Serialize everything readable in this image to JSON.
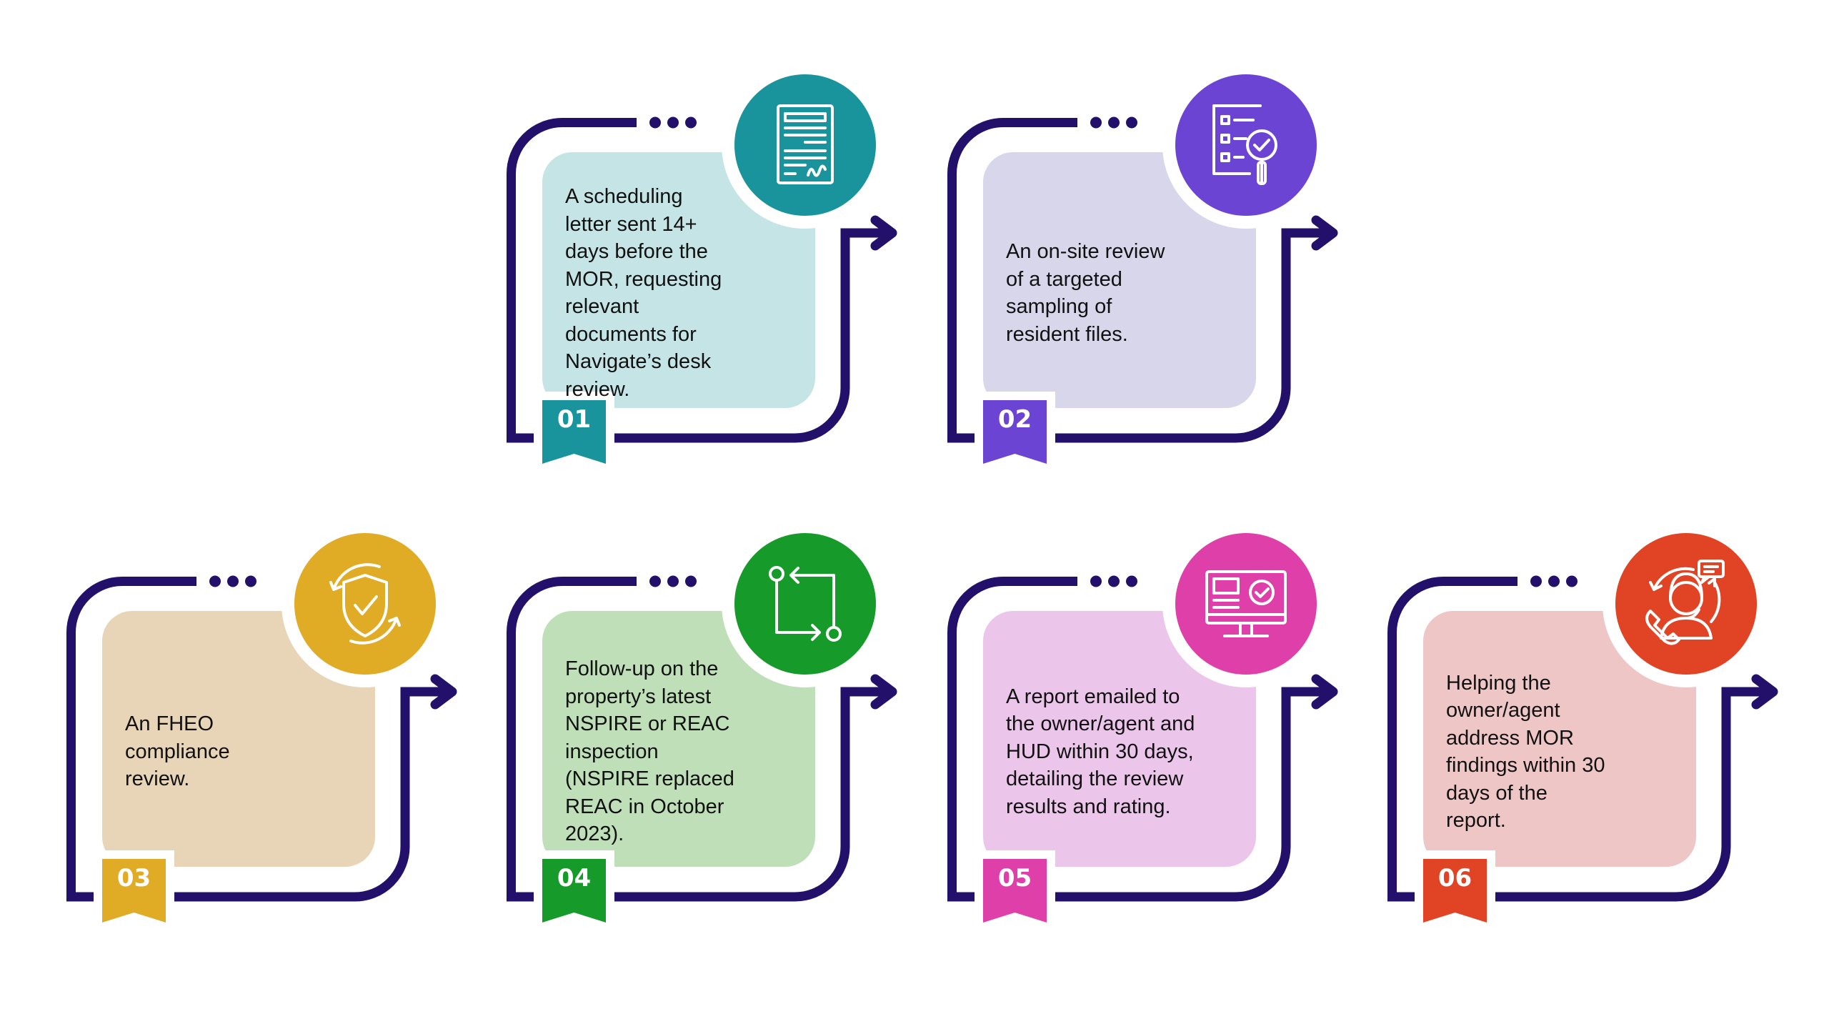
{
  "frame_color": "#22106a",
  "steps": [
    {
      "number": "01",
      "color": "#1a949c",
      "box": "#c5e4e6",
      "icon": "signed-document-icon",
      "lines": [
        "A scheduling",
        "letter sent 14+",
        "days before the",
        "MOR, requesting",
        "relevant",
        "documents for",
        "Navigate’s desk",
        "review."
      ]
    },
    {
      "number": "02",
      "color": "#6c44d4",
      "box": "#d8d6ea",
      "icon": "checklist-magnifier-icon",
      "lines": [
        "An on-site review",
        "of a targeted",
        "sampling of",
        "resident files."
      ]
    },
    {
      "number": "03",
      "color": "#e0ab25",
      "box": "#e8d4b6",
      "icon": "shield-check-icon",
      "lines": [
        "An FHEO",
        "compliance",
        "review."
      ]
    },
    {
      "number": "04",
      "color": "#169a2a",
      "box": "#bfdfb9",
      "icon": "workflow-arrows-icon",
      "lines": [
        "Follow-up on the",
        "property’s latest",
        "NSPIRE or REAC",
        "inspection",
        "(NSPIRE replaced",
        "REAC in October",
        "2023)."
      ]
    },
    {
      "number": "05",
      "color": "#de3fa8",
      "box": "#ebc6ea",
      "icon": "monitor-check-icon",
      "lines": [
        "A report emailed to",
        "the owner/agent and",
        "HUD within 30 days,",
        "detailing the review",
        "results and rating."
      ]
    },
    {
      "number": "06",
      "color": "#e04424",
      "box": "#eec6c6",
      "icon": "support-agent-icon",
      "lines": [
        "Helping the",
        "owner/agent",
        "address MOR",
        "findings within 30",
        "days of the",
        "report."
      ]
    }
  ]
}
